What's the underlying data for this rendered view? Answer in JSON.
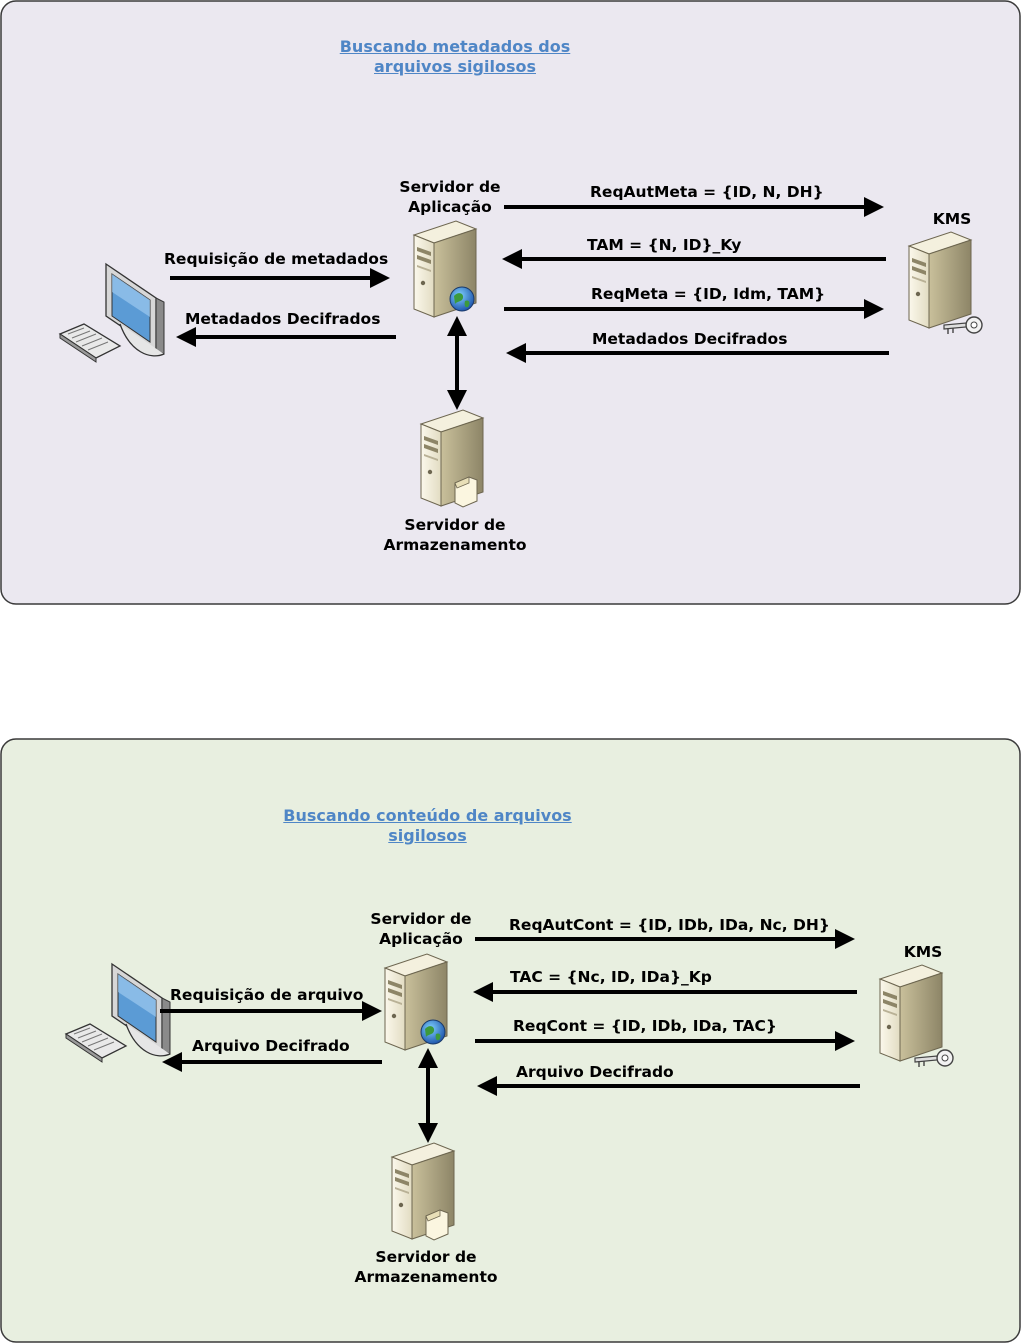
{
  "colors": {
    "panel_top_bg": "#ebe8f0",
    "panel_bottom_bg": "#e8efe0",
    "title_link": "#4f86c6",
    "arrow": "#000000"
  },
  "icons": {
    "client": "desktop-computer-icon",
    "app_server": "web-server-icon",
    "storage_server": "file-server-icon",
    "kms": "key-server-icon"
  },
  "diagram_top": {
    "title": "Buscando metadados dos arquivos sigilosos",
    "app_server_label": "Servidor de Aplicação",
    "kms_label": "KMS",
    "storage_label": "Servidor de Armazenamento",
    "client_request": "Requisição de metadados",
    "client_response": "Metadados Decifrados",
    "msg_1": "ReqAutMeta = {ID, N, DH}",
    "msg_2": "TAM = {N, ID}_Ky",
    "msg_3": "ReqMeta = {ID, Idm, TAM}",
    "msg_4": "Metadados Decifrados"
  },
  "diagram_bottom": {
    "title": "Buscando conteúdo de arquivos sigilosos",
    "app_server_label": "Servidor de Aplicação",
    "kms_label": "KMS",
    "storage_label": "Servidor de Armazenamento",
    "client_request": "Requisição de arquivo",
    "client_response": "Arquivo Decifrado",
    "msg_1": "ReqAutCont = {ID, IDb, IDa, Nc, DH}",
    "msg_2": "TAC = {Nc, ID, IDa}_Kp",
    "msg_3": "ReqCont = {ID, IDb, IDa, TAC}",
    "msg_4": "Arquivo Decifrado"
  }
}
